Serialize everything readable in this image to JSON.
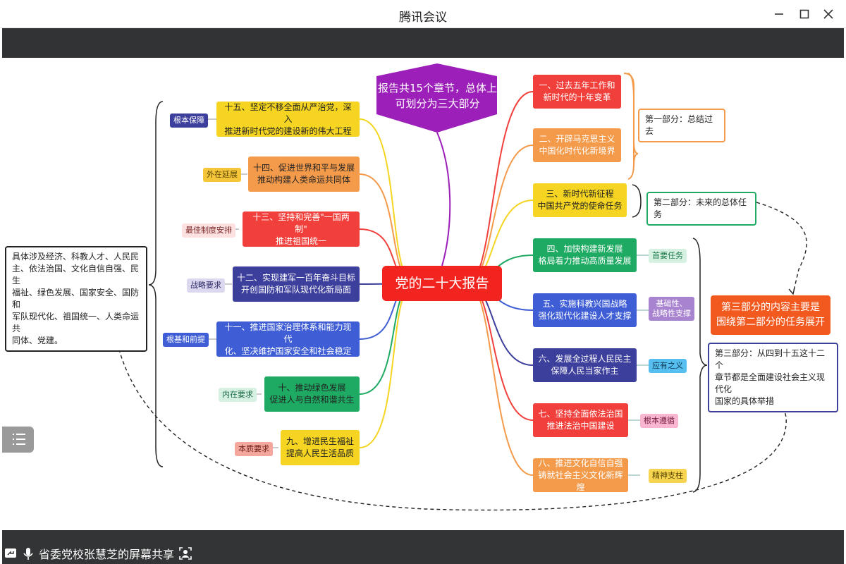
{
  "window": {
    "title": "腾讯会议"
  },
  "bottombar": {
    "share_label": "省委党校张慧芝的屏幕共享"
  },
  "mindmap": {
    "center": "党的二十大报告",
    "header_hex": "报告共15个章节，总体上\n可划分为三大部分",
    "right_nodes": [
      "一、过去五年工作和\n新时代的十年变革",
      "二、开辟马克思主义\n中国化时代化新境界",
      "三、新时代新征程\n中国共产党的使命任务",
      "四、加快构建新发展\n格局着力推动高质量发展",
      "五、实施科教兴国战略\n强化现代化建设人才支撑",
      "六、发展全过程人民民主\n保障人民当家作主",
      "七、坚持全面依法治国\n推进法治中国建设",
      "八、推进文化自信自强\n铸就社会主义文化新辉煌"
    ],
    "right_tags": [
      "首要任务",
      "基础性、\n战略性支撑",
      "应有之义",
      "根本遵循",
      "精神支柱"
    ],
    "left_nodes": [
      "十五、坚定不移全面从严治党，深入\n推进新时代党的建设新的伟大工程",
      "十四、促进世界和平与发展\n推动构建人类命运共同体",
      "十三、坚持和完善\"一国两制\"\n推进祖国统一",
      "十二、实现建军一百年奋斗目标\n开创国防和军队现代化新局面",
      "十一、推进国家治理体系和能力现代\n化、坚决维护国家安全和社会稳定",
      "十、推动绿色发展\n促进人与自然和谐共生",
      "九、增进民生福祉\n提高人民生活品质"
    ],
    "left_tags": [
      "根本保障",
      "外在延展",
      "最佳制度安排",
      "战略要求",
      "根基和前提",
      "内在要求",
      "本质要求"
    ],
    "part1": "第一部分：总结过去",
    "part2": "第二部分：未来的总体任务",
    "part3_heading": "第三部分的内容主要是\n围绕第二部分的任务展开",
    "part3_box": "第三部分：从四到十五这十二个\n章节都是全面建设社会主义现代化\n国家的具体举措",
    "left_summary": "具体涉及经济、科教人才、人民民\n主、依法治国、文化自信自强、民生\n福祉、绿色发展、国家安全、国防和\n军队现代化、祖国统一、人类命运共\n同体、党建。"
  },
  "colors": {
    "red": "#f1403c",
    "orange": "#f39a4b",
    "yellow": "#f5d521",
    "green": "#1eaa62",
    "blue": "#3f5ed6",
    "navy": "#3d3f9c",
    "purple": "#9b1fb8",
    "orange_red": "#f2591f"
  },
  "icons": [
    "screen-share-icon",
    "microphone-icon",
    "menu-icon",
    "minimize-icon",
    "maximize-icon",
    "close-icon",
    "person-frame-icon"
  ]
}
